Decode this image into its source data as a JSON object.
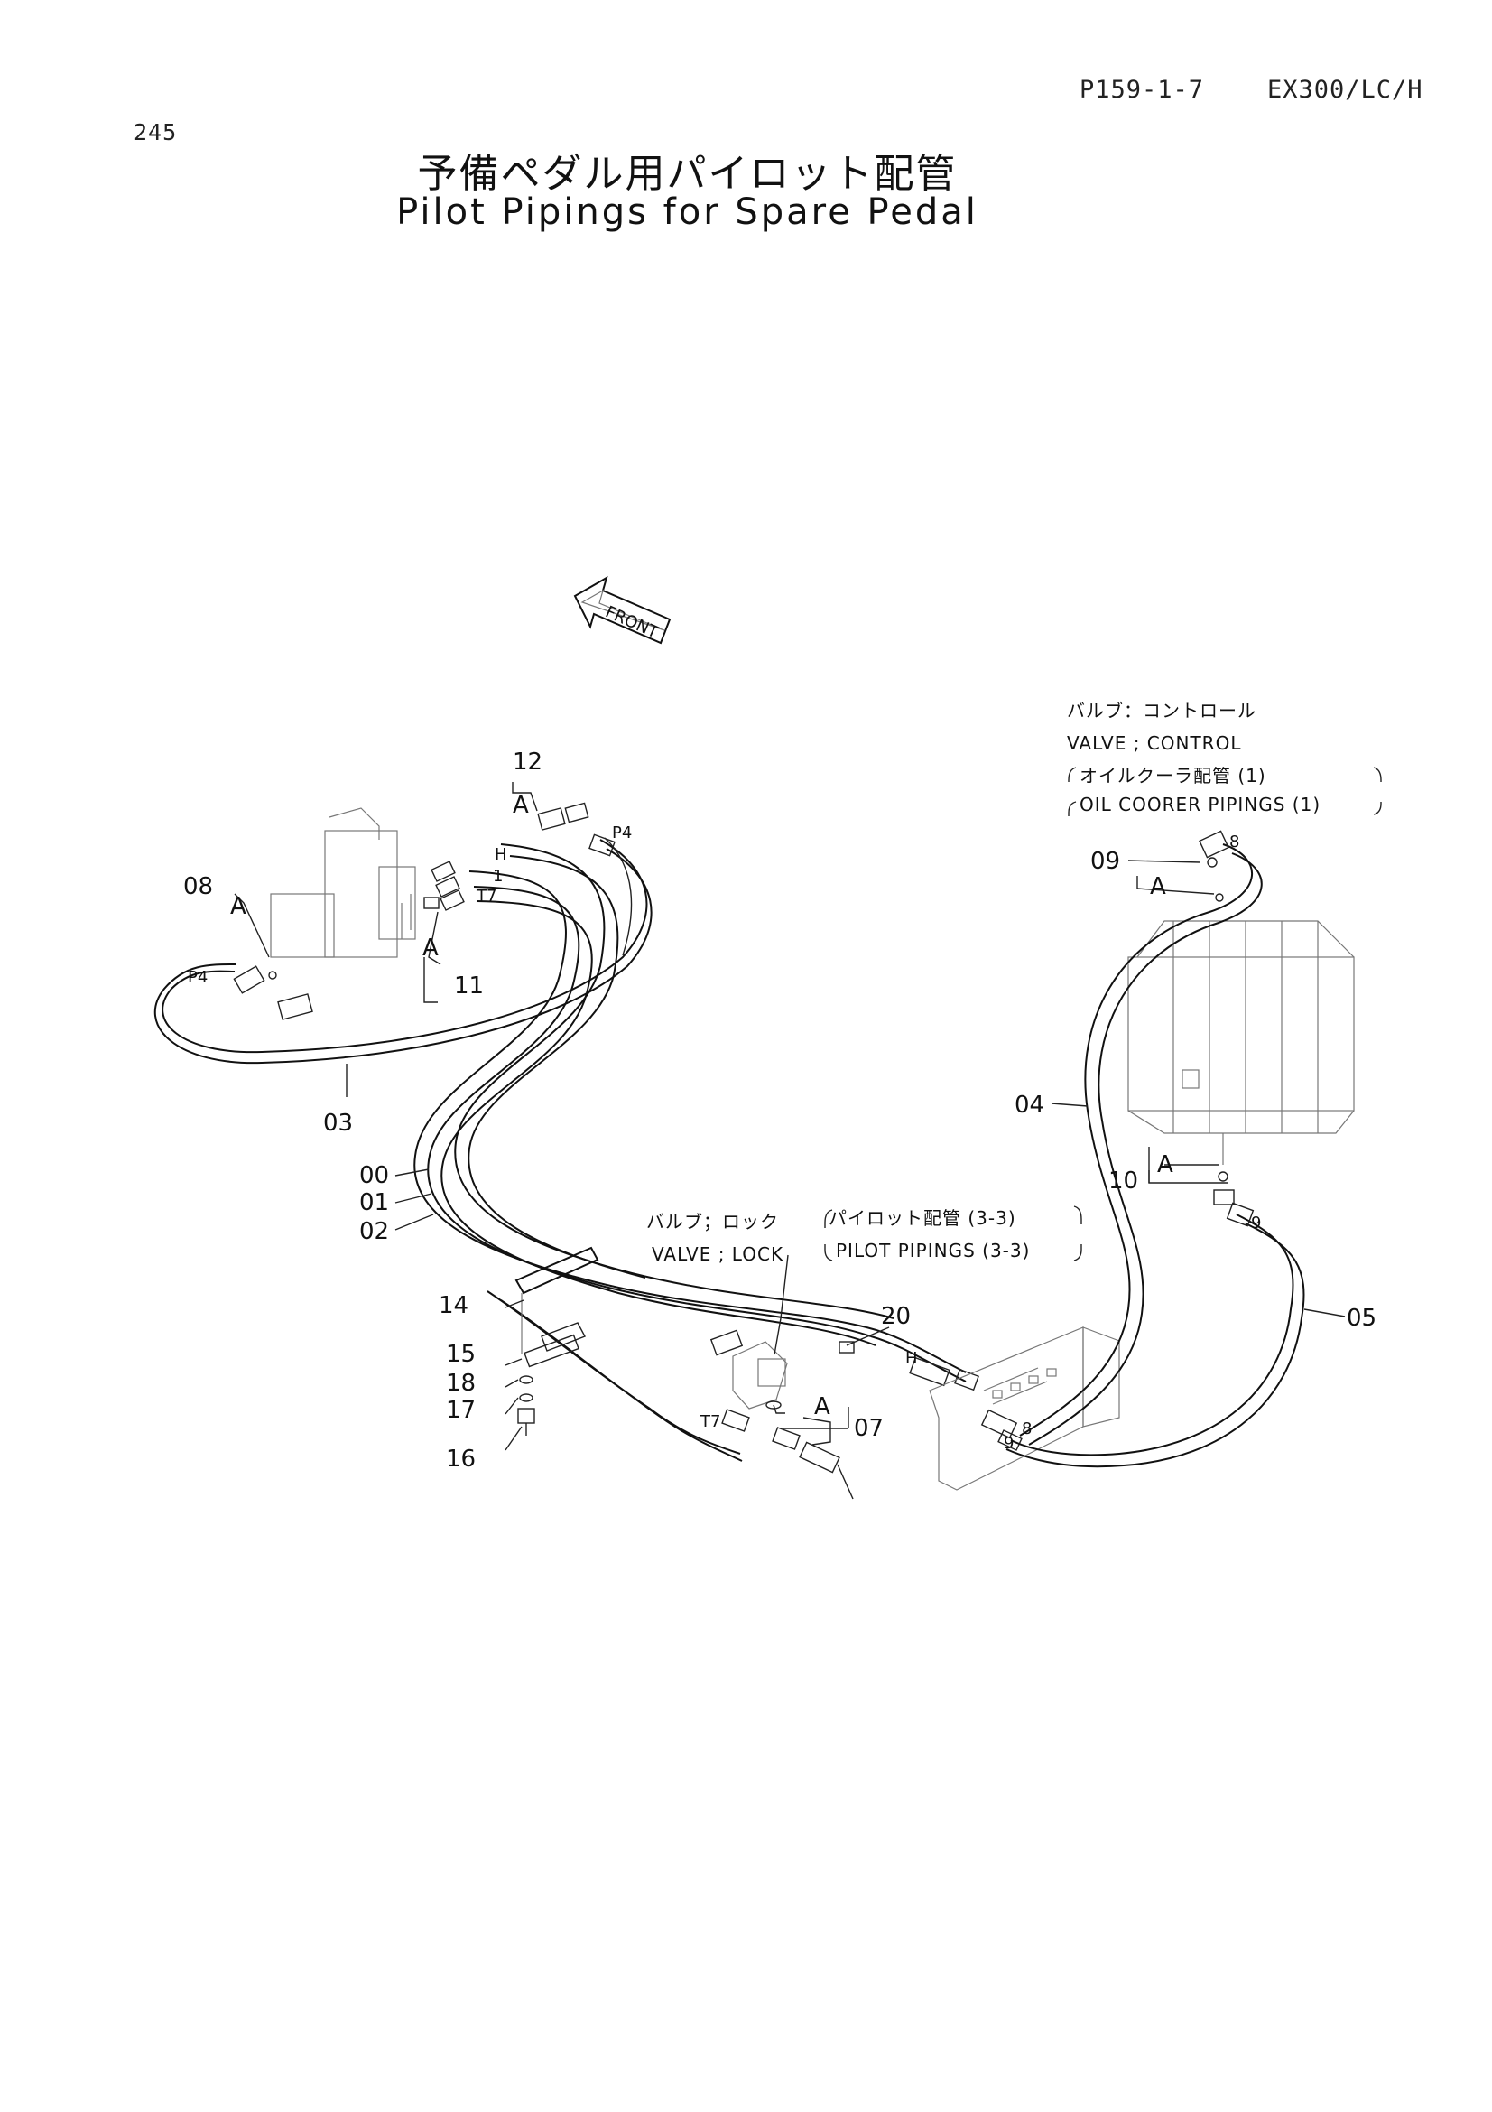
{
  "header": {
    "page_number": "245",
    "page_code": "P159-1-7",
    "model": "EX300/LC/H"
  },
  "title": {
    "jp": "予備ペダル用パイロット配管",
    "en": "Pilot Pipings for Spare Pedal"
  },
  "front_arrow": {
    "label": "FRONT"
  },
  "callouts": {
    "c00": "00",
    "c01": "01",
    "c02": "02",
    "c03": "03",
    "c04": "04",
    "c05": "05",
    "c07": "07",
    "c08": "08",
    "c09": "09",
    "c10": "10",
    "c11": "11",
    "c12": "12",
    "c14": "14",
    "c15": "15",
    "c16": "16",
    "c17": "17",
    "c18": "18",
    "c20": "20"
  },
  "port_labels": {
    "p4_top": "P4",
    "p4_left": "P4",
    "h_top": "H",
    "one_top": "1",
    "t7_top": "T7",
    "h_mid": "H",
    "t7_mid": "T7",
    "eight_mid": "8",
    "nine_mid": "9",
    "eight_right": "8",
    "nine_right": "9",
    "a_12": "A",
    "a_08": "A",
    "a_11": "A",
    "a_09": "A",
    "a_10": "A",
    "a_07": "A"
  },
  "notes": {
    "control_valve": {
      "jp": "バルブ：コントロール",
      "en": "VALVE ; CONTROL",
      "ref_jp": "オイルクーラ配管 (1)",
      "ref_en": "OIL COORER PIPINGS (1)"
    },
    "lock_valve": {
      "jp": "バルブ；ロック",
      "en": "VALVE ; LOCK",
      "ref_jp": "パイロット配管 (3-3)",
      "ref_en": "PILOT PIPINGS (3-3)"
    }
  }
}
